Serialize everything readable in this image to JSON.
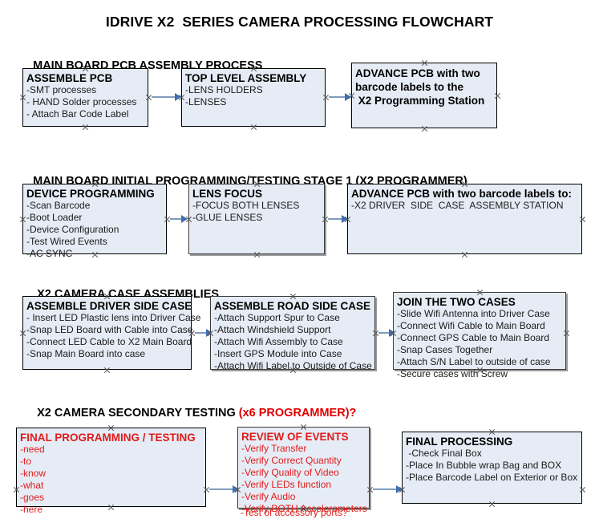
{
  "title": "IDRIVE X2  SERIES CAMERA PROCESSING FLOWCHART",
  "sections": [
    {
      "header": "MAIN BOARD PCB ASSEMBLY PROCESS",
      "header_note": "",
      "boxes": [
        {
          "title": "ASSEMBLE PCB",
          "lines": [
            "-SMT processes",
            "- HAND Solder processes",
            "- Attach Bar Code Label"
          ]
        },
        {
          "title": "TOP LEVEL ASSEMBLY",
          "lines": [
            "-LENS HOLDERS",
            "-LENSES"
          ]
        },
        {
          "title": "ADVANCE PCB with two\nbarcode labels to the\n X2 Programming Station",
          "lines": []
        }
      ]
    },
    {
      "header": "MAIN BOARD INITIAL PROGRAMMING/TESTING STAGE 1 (X2 PROGRAMMER)",
      "header_note": "",
      "boxes": [
        {
          "title": "DEVICE PROGRAMMING",
          "lines": [
            "-Scan Barcode",
            "-Boot Loader",
            "-Device Configuration",
            "-Test Wired Events",
            "-AC SYNC"
          ]
        },
        {
          "title": "LENS FOCUS",
          "lines": [
            "-FOCUS BOTH LENSES",
            "-GLUE LENSES"
          ]
        },
        {
          "title": "ADVANCE PCB with two barcode labels to:",
          "lines": [
            "-X2 DRIVER  SIDE  CASE  ASSEMBLY STATION"
          ]
        }
      ]
    },
    {
      "header": "X2 CAMERA CASE ASSEMBLIES",
      "header_note": "",
      "boxes": [
        {
          "title": "ASSEMBLE DRIVER SIDE CASE",
          "lines": [
            "- Insert LED Plastic lens into Driver Case",
            "-Snap LED Board with Cable into Case",
            "-Connect LED Cable to X2 Main Board",
            "-Snap Main Board into case"
          ]
        },
        {
          "title": "ASSEMBLE ROAD SIDE CASE",
          "lines": [
            "-Attach Support Spur to Case",
            "-Attach Windshield Support",
            "-Attach Wifi Assembly to Case",
            "-Insert GPS Module into Case",
            "-Attach Wifi Label to Outside of Case"
          ]
        },
        {
          "title": "JOIN THE TWO CASES",
          "lines": [
            "-Slide Wifi Antenna into Driver Case",
            "-Connect Wifi Cable to Main Board",
            "-Connect GPS Cable to Main Board",
            "-Snap Cases Together",
            "-Attach S/N Label to outside of case",
            "-Secure cases with Screw"
          ]
        }
      ]
    },
    {
      "header": "X2 CAMERA SECONDARY TESTING ",
      "header_note": "(x6 PROGRAMMER)?",
      "boxes": [
        {
          "title": "FINAL PROGRAMMING / TESTING",
          "lines": [
            "-need",
            "-to",
            "-know",
            "-what",
            "-goes",
            "-here"
          ]
        },
        {
          "title": "REVIEW OF EVENTS",
          "lines": [
            "-Verify Transfer",
            "-Verify Correct Quantity",
            "-Verify Quality of Video",
            "-Verify LEDs function",
            "-Verify Audio",
            "-Verify BOTH Accelerometers"
          ],
          "overflow_line": "-Test of accessory ports?"
        },
        {
          "title": "FINAL PROCESSING",
          "lines": [
            " -Check Final Box",
            "-Place In Bubble wrap Bag and BOX",
            "-Place Barcode Label on Exterior or Box"
          ]
        }
      ]
    }
  ],
  "colors": {
    "box_fill": "#e6ecf5",
    "box_border": "#3a3a3a",
    "red_text": "#e01b1b",
    "connector": "#7f9bbd",
    "arrowhead": "#3f6fb0"
  }
}
